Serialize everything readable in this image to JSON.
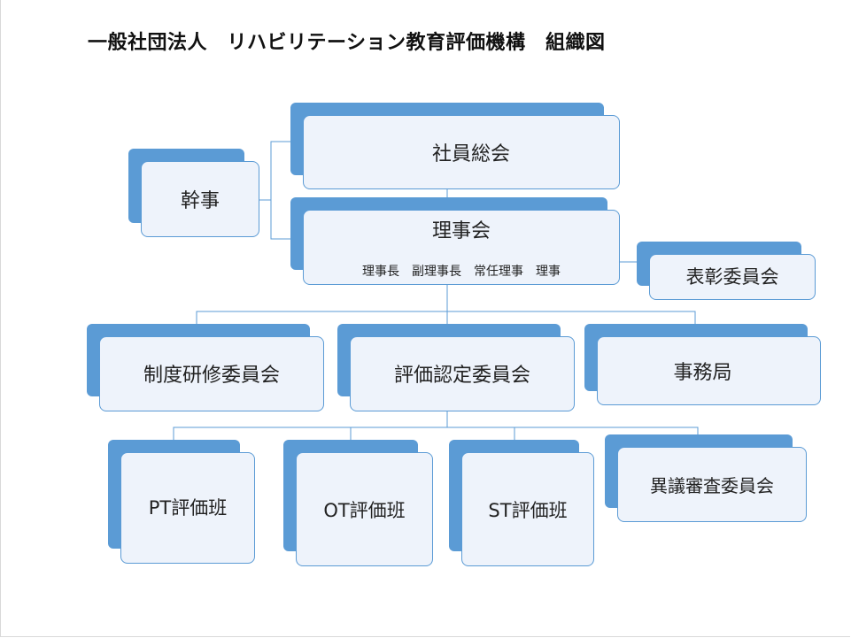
{
  "title": "一般社団法人　リハビリテーション教育評価機構　組織図",
  "nodes": {
    "general_assembly": "社員総会",
    "auditor": "幹事",
    "board": "理事会",
    "board_members": "理事長　副理事長　常任理事　理事",
    "award_committee": "表彰委員会",
    "training_committee": "制度研修委員会",
    "evaluation_committee": "評価認定委員会",
    "secretariat": "事務局",
    "pt_team": "PT評価班",
    "ot_team": "OT評価班",
    "st_team": "ST評価班",
    "objection_committee": "異議審査委員会"
  },
  "colors": {
    "accent": "#5b9bd5",
    "box_fill": "#eef3fb",
    "line": "#5b9bd5"
  }
}
